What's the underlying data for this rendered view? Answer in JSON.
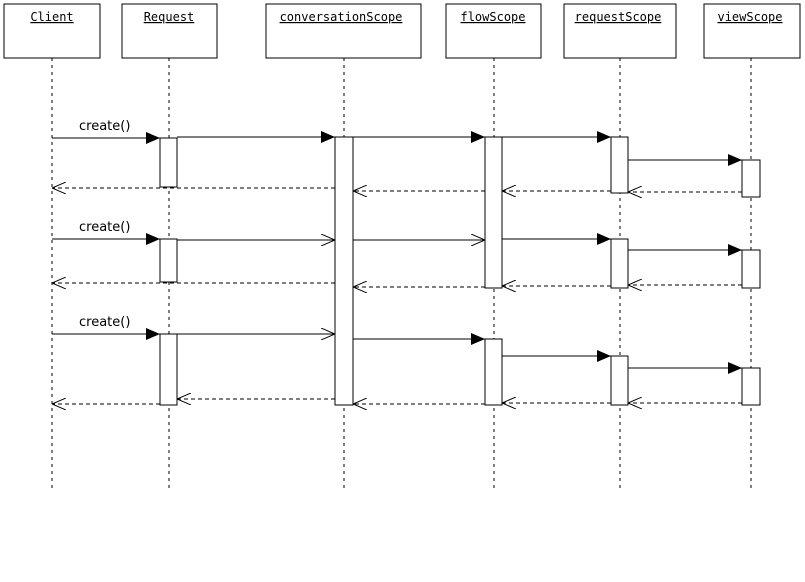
{
  "participants": [
    {
      "id": "client",
      "label": "Client"
    },
    {
      "id": "request",
      "label": "Request"
    },
    {
      "id": "conversation",
      "label": "conversationScope"
    },
    {
      "id": "flow",
      "label": "flowScope"
    },
    {
      "id": "requestscope",
      "label": "requestScope"
    },
    {
      "id": "view",
      "label": "viewScope"
    }
  ],
  "messages": [
    {
      "label": "create()"
    },
    {
      "label": "create()"
    },
    {
      "label": "create()"
    }
  ]
}
